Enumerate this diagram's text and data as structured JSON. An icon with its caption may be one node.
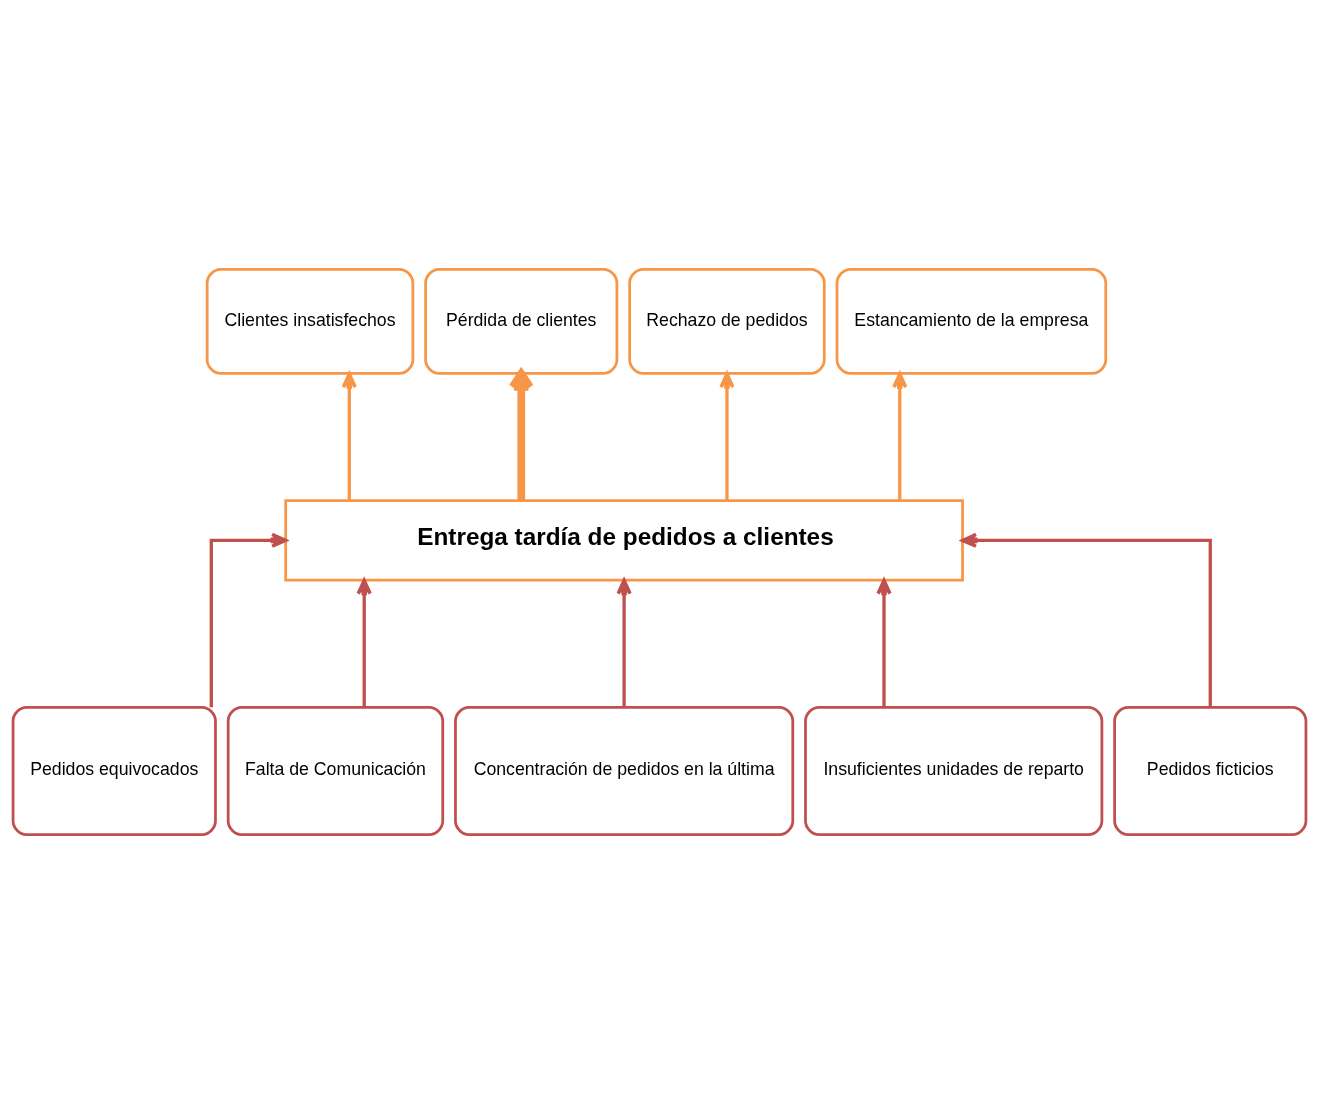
{
  "diagram": {
    "nodes": [
      {
        "text": [
          "Clientes insatisfechos"
        ]
      },
      {
        "text": [
          "Pérdida de clientes"
        ]
      },
      {
        "text": [
          "Rechazo de pedidos"
        ]
      },
      {
        "text": [
          "Estancamiento de la empresa"
        ]
      },
      {
        "text": [
          "Entrega tardía de pedidos a clientes"
        ]
      },
      {
        "text": [
          "Pedidos equivocados"
        ]
      },
      {
        "text": [
          "Falta de Comunicación"
        ]
      },
      {
        "text": [
          "Concentración de pedidos en la última"
        ]
      },
      {
        "text": [
          "Insuficientes unidades de reparto"
        ]
      },
      {
        "text": [
          "Pedidos ficticios"
        ]
      }
    ],
    "edges": [
      {
        "from": 4,
        "to": 0,
        "arrow": "to",
        "color": "#f79646"
      },
      {
        "from": 4,
        "to": 1,
        "arrow": "to",
        "color": "#f79646",
        "style": "thick"
      },
      {
        "from": 4,
        "to": 2,
        "arrow": "to",
        "color": "#f79646"
      },
      {
        "from": 4,
        "to": 3,
        "arrow": "to",
        "color": "#f79646"
      },
      {
        "from": 5,
        "to": 4,
        "arrow": "to"
      },
      {
        "from": 6,
        "to": 4,
        "arrow": "to"
      },
      {
        "from": 7,
        "to": 4,
        "arrow": "to"
      },
      {
        "from": 8,
        "to": 4,
        "arrow": "to"
      },
      {
        "from": 9,
        "to": 4,
        "arrow": "to"
      }
    ]
  }
}
